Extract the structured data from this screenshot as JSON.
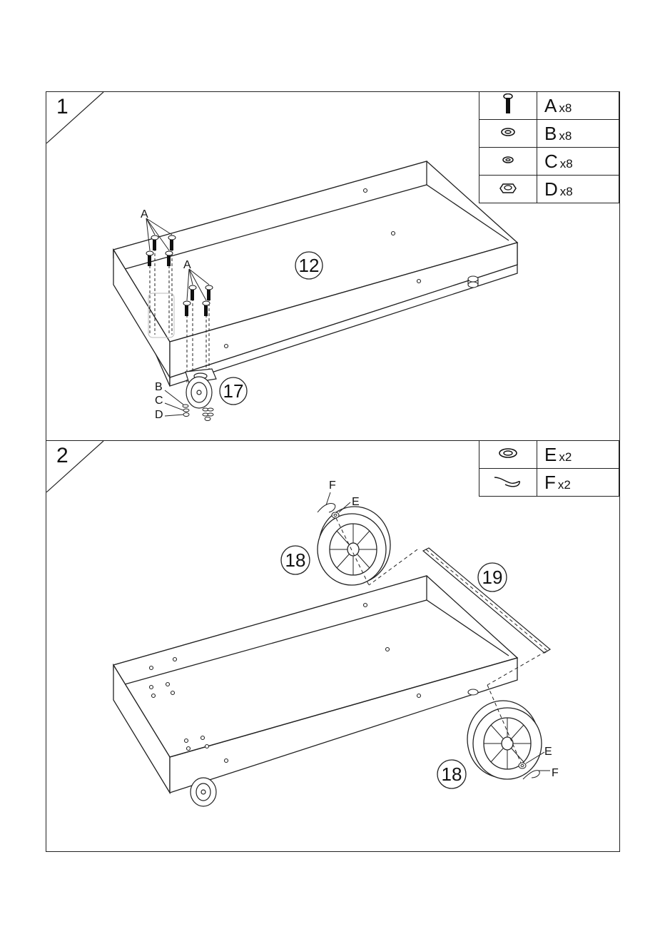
{
  "steps": [
    {
      "number": "1",
      "parts": [
        {
          "letter": "A",
          "qty": "x8",
          "icon": "screw-icon"
        },
        {
          "letter": "B",
          "qty": "x8",
          "icon": "washer-icon"
        },
        {
          "letter": "C",
          "qty": "x8",
          "icon": "lock-washer-icon"
        },
        {
          "letter": "D",
          "qty": "x8",
          "icon": "nut-icon"
        }
      ],
      "callouts": {
        "tray": "12",
        "caster": "17"
      },
      "labels": {
        "a1": "A",
        "a2": "A",
        "b": "B",
        "c": "C",
        "d": "D"
      }
    },
    {
      "number": "2",
      "parts": [
        {
          "letter": "E",
          "qty": "x2",
          "icon": "washer-icon"
        },
        {
          "letter": "F",
          "qty": "x2",
          "icon": "cotter-pin-icon"
        }
      ],
      "callouts": {
        "wheel_top": "18",
        "axle": "19",
        "wheel_bottom": "18"
      },
      "labels": {
        "f_top": "F",
        "e_top": "E",
        "e_bottom": "E",
        "f_bottom": "F"
      }
    }
  ],
  "colors": {
    "line": "#222222",
    "background": "#ffffff"
  }
}
